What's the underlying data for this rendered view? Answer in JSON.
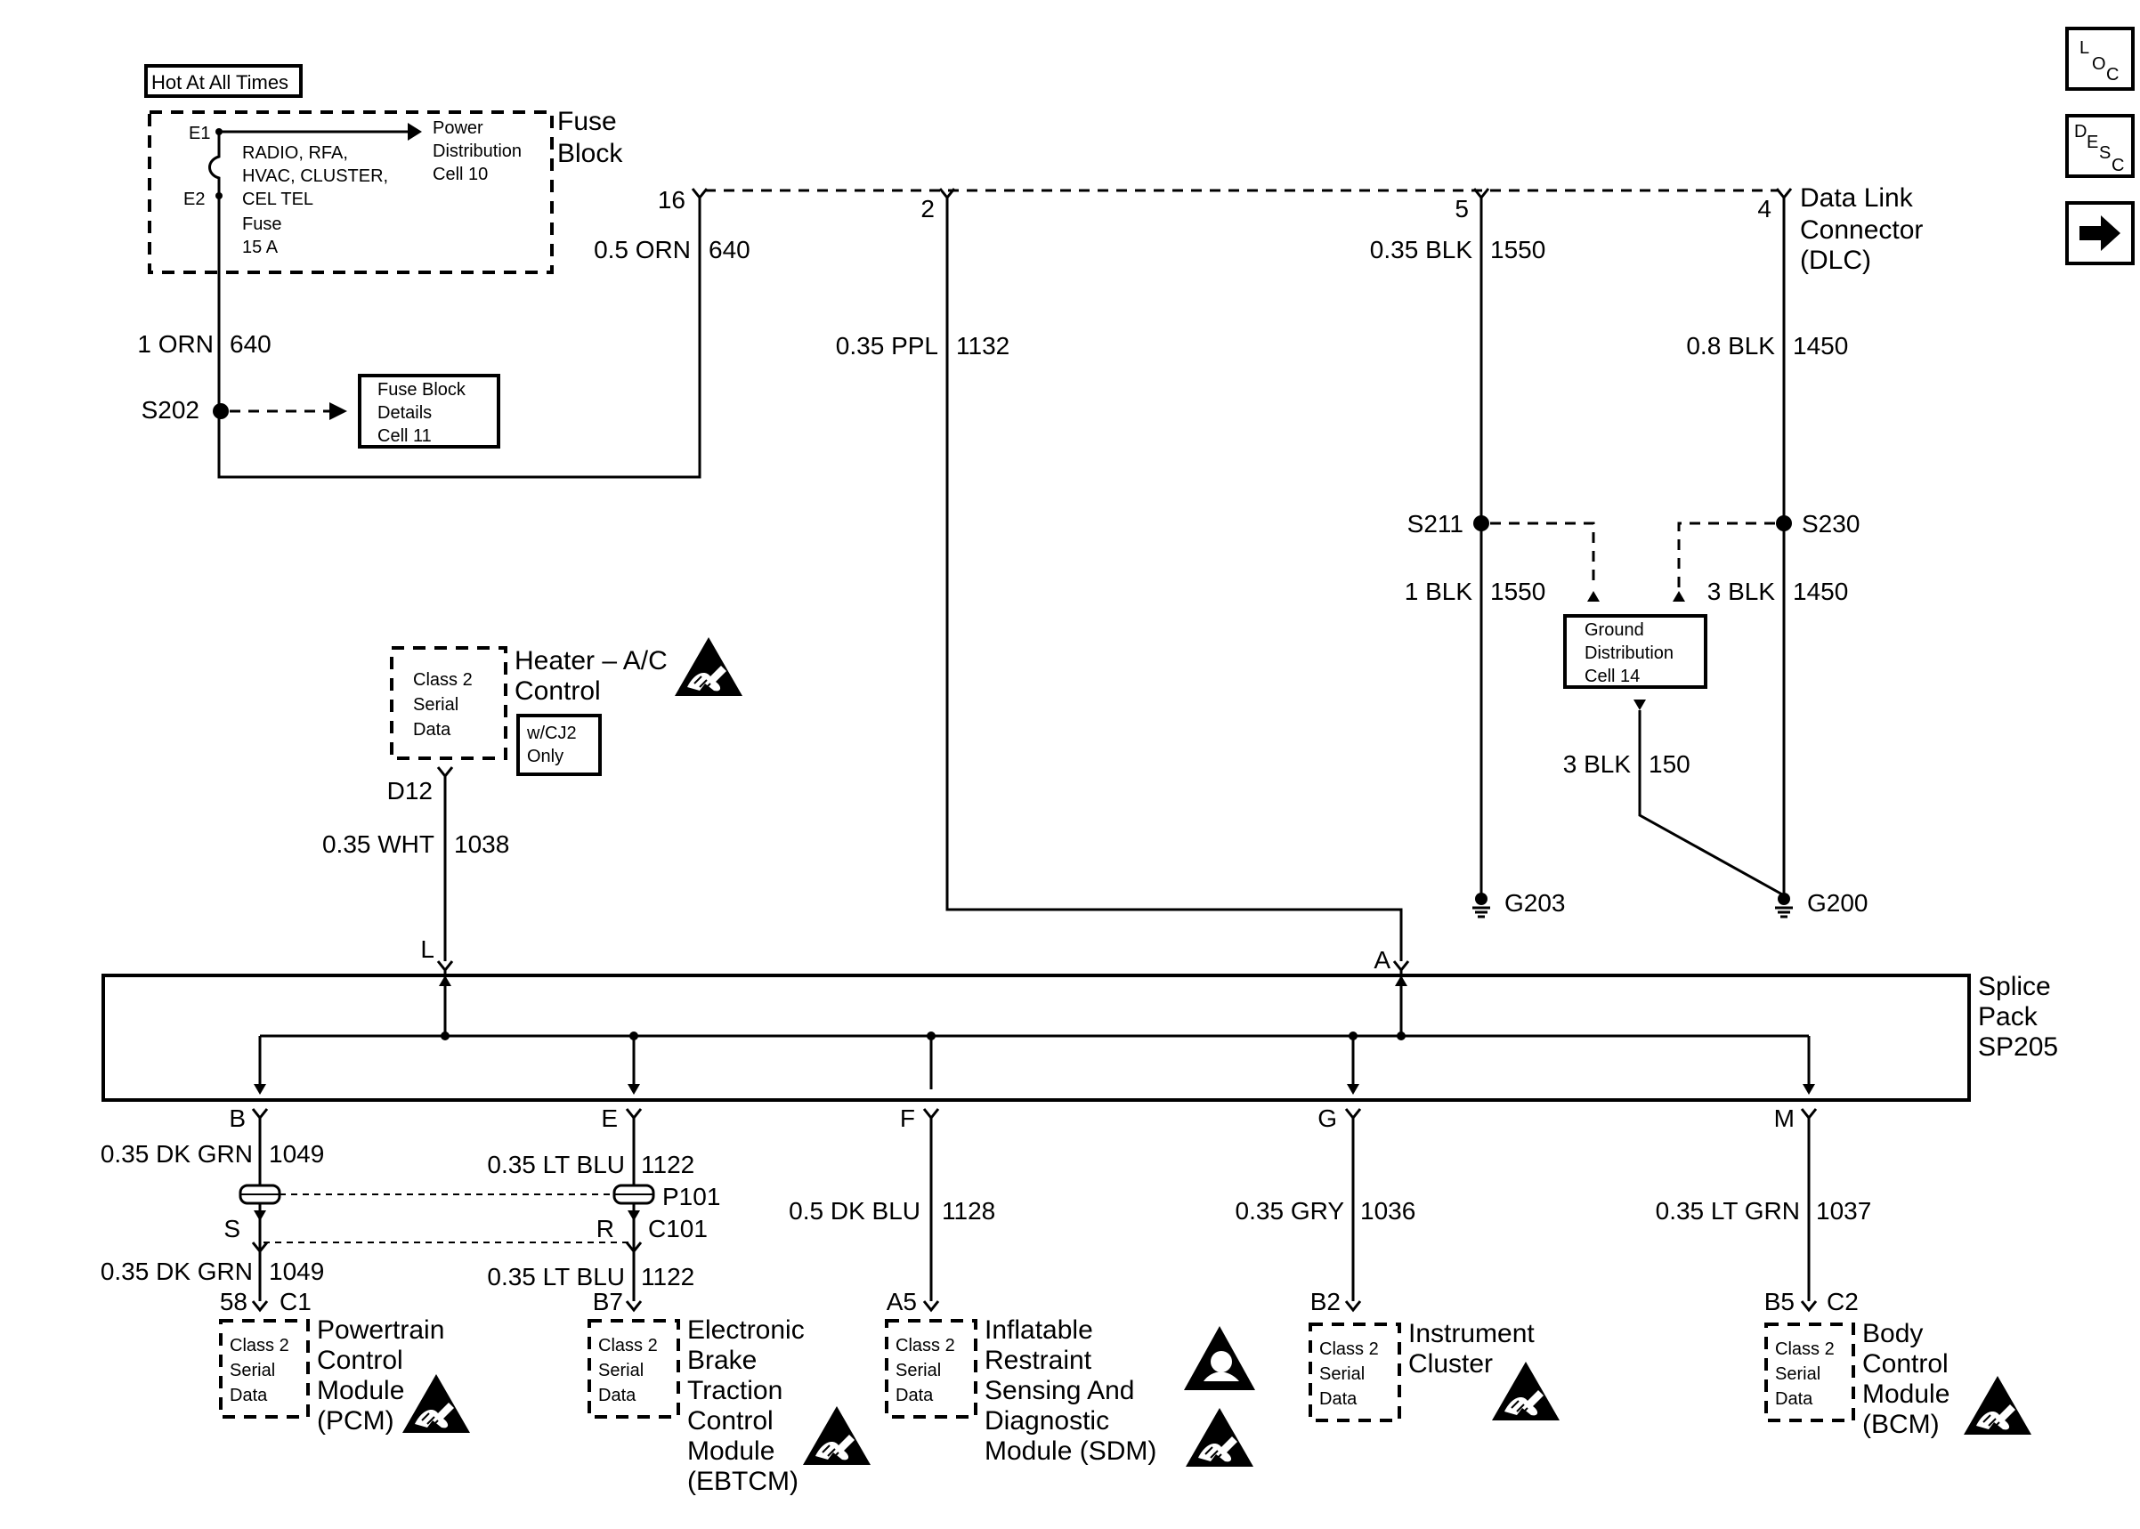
{
  "nav": {
    "loc_icon": "loc-icon",
    "desc_icon": "desc-icon",
    "next_icon": "right-arrow-icon"
  },
  "fuse_block": {
    "hot_label": "Hot At All Times",
    "title_line1": "Fuse",
    "title_line2": "Block",
    "e1": "E1",
    "e2": "E2",
    "fuse_lines": [
      "RADIO, RFA,",
      "HVAC, CLUSTER,",
      "CEL TEL",
      "Fuse",
      "15 A"
    ],
    "power_dist_lines": [
      "Power",
      "Distribution",
      "Cell 10"
    ],
    "wire_gauge": "1 ORN",
    "wire_circuit": "640",
    "splice": "S202",
    "details_lines": [
      "Fuse Block",
      "Details",
      "Cell 11"
    ]
  },
  "dlc": {
    "title_lines": [
      "Data Link",
      "Connector",
      "(DLC)"
    ],
    "pins": [
      {
        "pin": "16",
        "gauge": "0.5 ORN",
        "circuit": "640"
      },
      {
        "pin": "2",
        "gauge": "0.35 PPL",
        "circuit": "1132"
      },
      {
        "pin": "5",
        "gauge": "0.35 BLK",
        "circuit": "1550"
      },
      {
        "pin": "4",
        "gauge": "0.8 BLK",
        "circuit": "1450"
      }
    ]
  },
  "ground": {
    "s211": "S211",
    "s230": "S230",
    "s211_wire_gauge": "1 BLK",
    "s211_wire_circuit": "1550",
    "s230_wire_gauge": "3 BLK",
    "s230_wire_circuit": "1450",
    "dist_lines": [
      "Ground",
      "Distribution",
      "Cell 14"
    ],
    "dist_wire_gauge": "3 BLK",
    "dist_wire_circuit": "150",
    "g203": "G203",
    "g200": "G200"
  },
  "hvac": {
    "title_lines": [
      "Heater – A/C",
      "Control"
    ],
    "data_lines": [
      "Class 2",
      "Serial",
      "Data"
    ],
    "option_lines": [
      "w/CJ2",
      "Only"
    ],
    "pin": "D12",
    "gauge": "0.35 WHT",
    "circuit": "1038",
    "esd_icon": "esd-warning-icon"
  },
  "splice_pack": {
    "title_lines": [
      "Splice",
      "Pack",
      "SP205"
    ],
    "pin_l": "L",
    "pin_a": "A"
  },
  "inline_connector": {
    "p101": "P101",
    "c101": "C101",
    "pin_s": "S",
    "pin_r": "R"
  },
  "modules": [
    {
      "key": "pcm",
      "sp_pin": "B",
      "upper_gauge": "0.35 DK GRN",
      "upper_circuit": "1049",
      "lower_gauge": "0.35 DK GRN",
      "lower_circuit": "1049",
      "pin": "58",
      "connector": "C1",
      "data_lines": [
        "Class 2",
        "Serial",
        "Data"
      ],
      "name_lines": [
        "Powertrain",
        "Control",
        "Module",
        "(PCM)"
      ]
    },
    {
      "key": "ebtcm",
      "sp_pin": "E",
      "upper_gauge": "0.35 LT BLU",
      "upper_circuit": "1122",
      "lower_gauge": "0.35 LT BLU",
      "lower_circuit": "1122",
      "pin": "B7",
      "connector": "",
      "data_lines": [
        "Class 2",
        "Serial",
        "Data"
      ],
      "name_lines": [
        "Electronic",
        "Brake",
        "Traction",
        "Control",
        "Module",
        "(EBTCM)"
      ]
    },
    {
      "key": "sdm",
      "sp_pin": "F",
      "upper_gauge": "0.5 DK BLU",
      "upper_circuit": "1128",
      "pin": "A5",
      "connector": "",
      "data_lines": [
        "Class 2",
        "Serial",
        "Data"
      ],
      "name_lines": [
        "Inflatable",
        "Restraint",
        "Sensing And",
        "Diagnostic",
        "Module (SDM)"
      ]
    },
    {
      "key": "ipc",
      "sp_pin": "G",
      "upper_gauge": "0.35 GRY",
      "upper_circuit": "1036",
      "pin": "B2",
      "connector": "",
      "data_lines": [
        "Class 2",
        "Serial",
        "Data"
      ],
      "name_lines": [
        "Instrument",
        "Cluster"
      ]
    },
    {
      "key": "bcm",
      "sp_pin": "M",
      "upper_gauge": "0.35 LT GRN",
      "upper_circuit": "1037",
      "pin": "B5",
      "connector": "C2",
      "data_lines": [
        "Class 2",
        "Serial",
        "Data"
      ],
      "name_lines": [
        "Body",
        "Control",
        "Module",
        "(BCM)"
      ]
    }
  ]
}
